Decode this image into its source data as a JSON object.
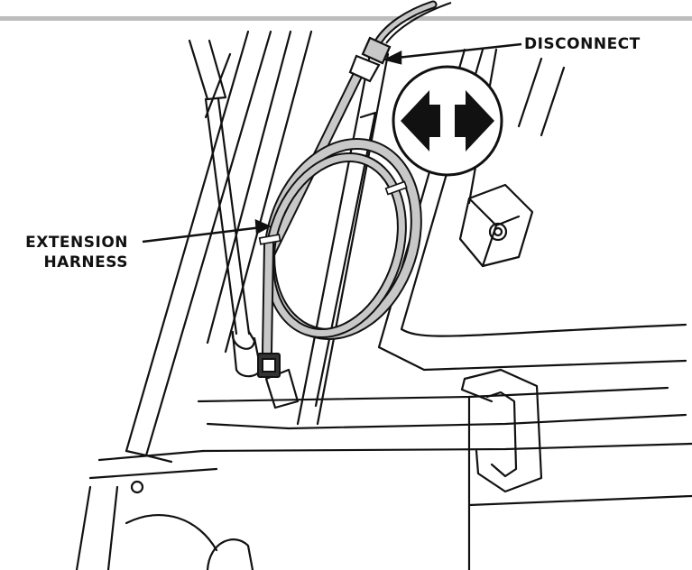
{
  "callouts": {
    "disconnect": "DISCONNECT",
    "extension_line1": "EXTENSION",
    "extension_line2": "HARNESS"
  },
  "icons": {
    "disconnect_symbol": "double-arrow-disconnect-icon"
  },
  "colors": {
    "line": "#111111",
    "harness_fill": "#c8c8c8",
    "header_bar": "#bdbdbd",
    "background": "#ffffff"
  }
}
